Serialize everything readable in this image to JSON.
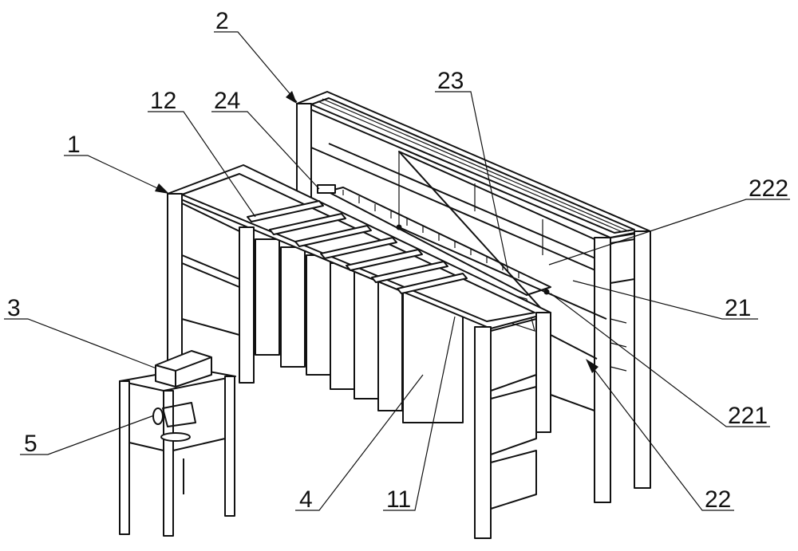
{
  "figure": {
    "labels": {
      "l2": "2",
      "l23": "23",
      "l12": "12",
      "l24": "24",
      "l1": "1",
      "l222": "222",
      "l3": "3",
      "l21": "21",
      "l5": "5",
      "l221": "221",
      "l4": "4",
      "l11": "11",
      "l22": "22"
    }
  }
}
